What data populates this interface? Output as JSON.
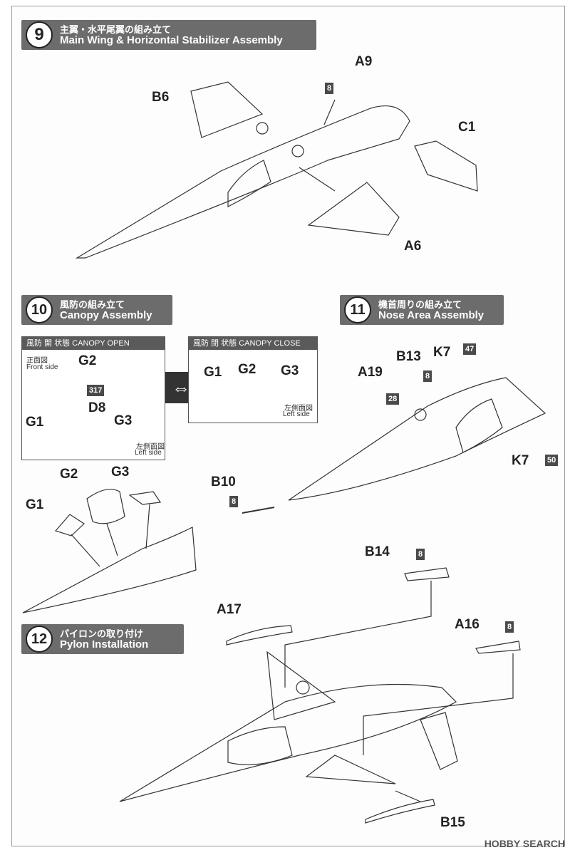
{
  "steps": {
    "s9": {
      "num": "9",
      "jp": "主翼・水平尾翼の組み立て",
      "en": "Main Wing & Horizontal Stabilizer Assembly"
    },
    "s10": {
      "num": "10",
      "jp": "風防の組み立て",
      "en": "Canopy Assembly"
    },
    "s11": {
      "num": "11",
      "jp": "機首周りの組み立て",
      "en": "Nose Area Assembly"
    },
    "s12": {
      "num": "12",
      "jp": "パイロンの取り付け",
      "en": "Pylon Installation"
    }
  },
  "parts": {
    "a9": "A9",
    "b6": "B6",
    "c1": "C1",
    "a6": "A6",
    "g2a": "G2",
    "d8": "D8",
    "g1a": "G1",
    "g3a": "G3",
    "g1b": "G1",
    "g2b": "G2",
    "g3b": "G3",
    "g2c": "G2",
    "g3c": "G3",
    "g1c": "G1",
    "b13": "B13",
    "k7a": "K7",
    "a19": "A19",
    "k7b": "K7",
    "b10": "B10",
    "b14": "B14",
    "a17": "A17",
    "a16": "A16",
    "b15": "B15"
  },
  "paints": {
    "p8a": "8",
    "p317": "317",
    "p47": "47",
    "p8b": "8",
    "p28": "28",
    "p50": "50",
    "p8c": "8",
    "p8d": "8",
    "p8e": "8"
  },
  "canopy_open": {
    "title": "風防 開 状態  CANOPY OPEN",
    "front_jp": "正面図",
    "front_en": "Front side",
    "left_jp": "左側面図",
    "left_en": "Left side"
  },
  "canopy_close": {
    "title": "風防 閉 状態  CANOPY CLOSE",
    "left_jp": "左側面図",
    "left_en": "Left side"
  },
  "watermark": "HOBBY SEARCH",
  "swap_icon": "⇔"
}
